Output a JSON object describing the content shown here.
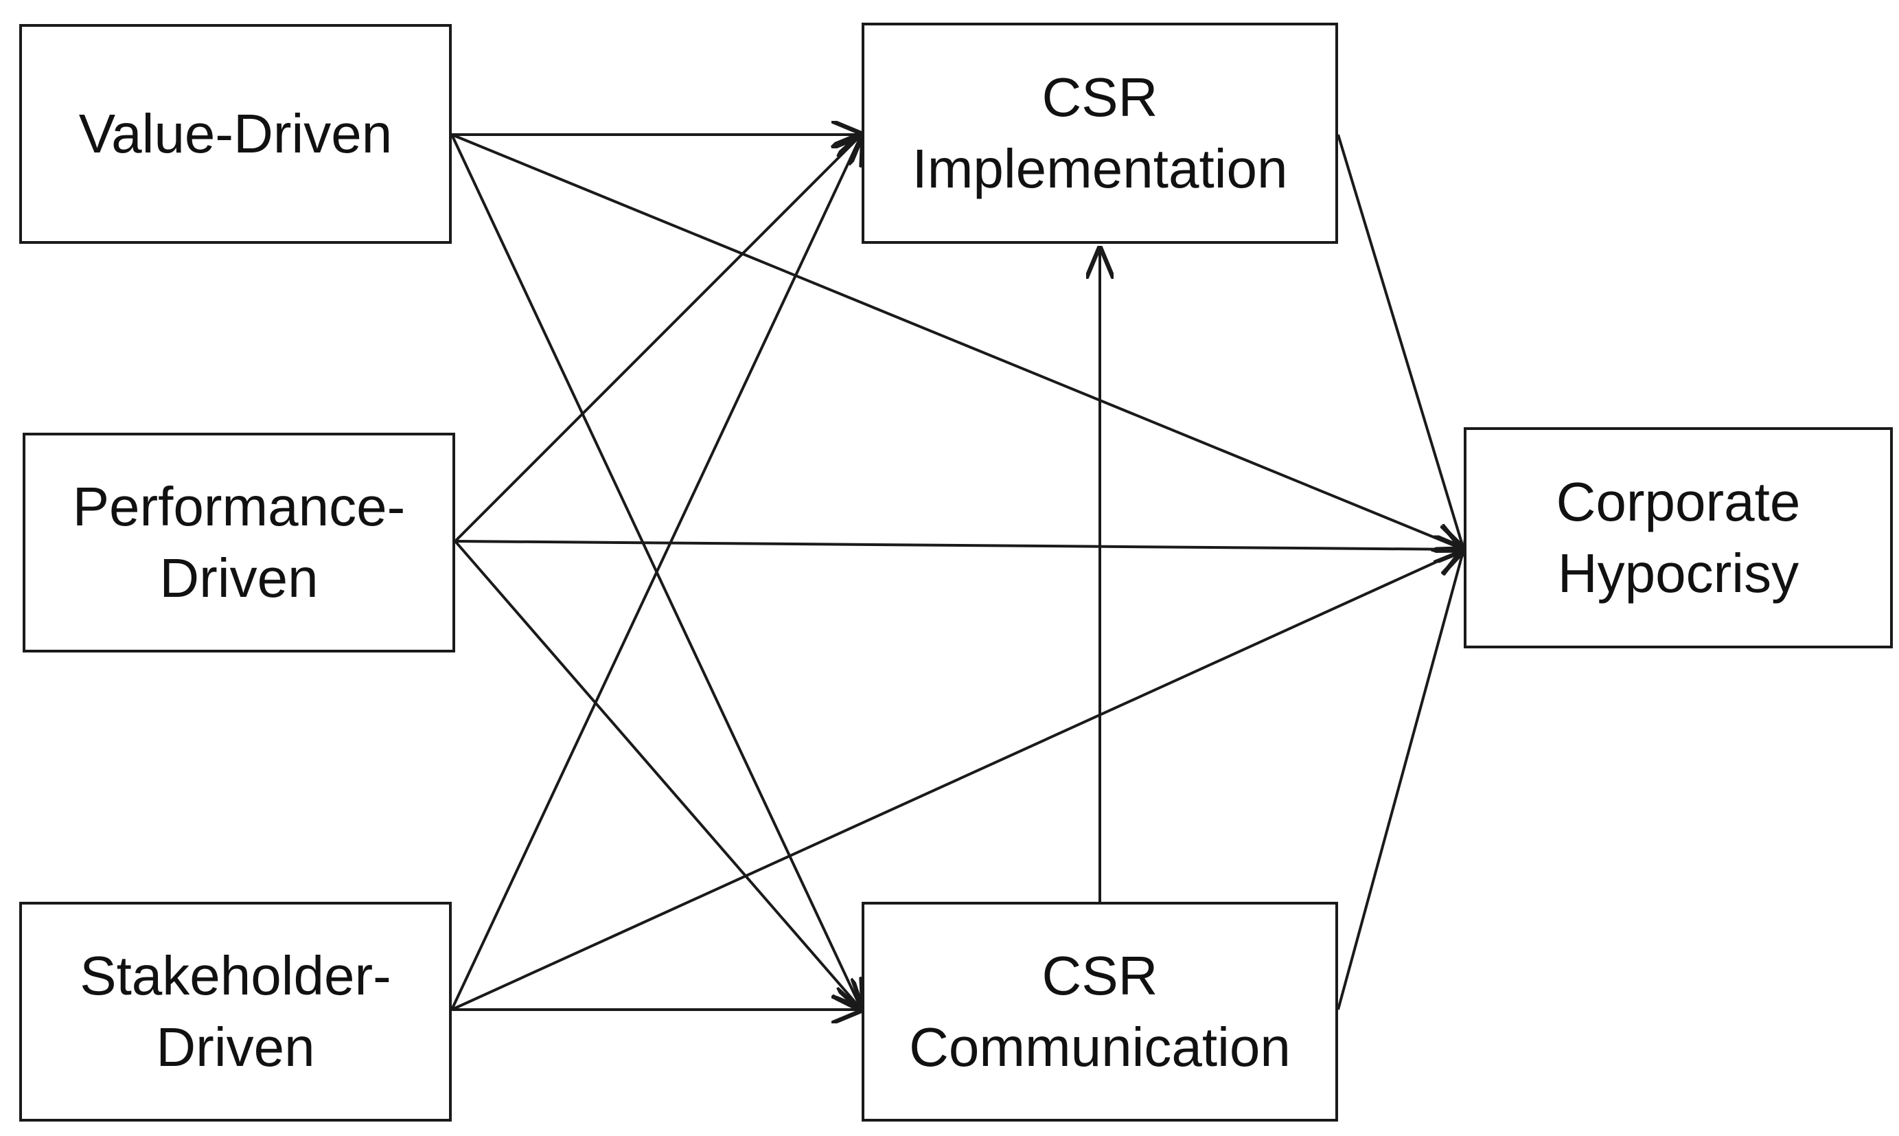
{
  "nodes": {
    "value_driven": {
      "label": "Value-Driven"
    },
    "performance_driven": {
      "label": "Performance-\nDriven"
    },
    "stakeholder_driven": {
      "label": "Stakeholder-\nDriven"
    },
    "csr_implementation": {
      "label": "CSR\nImplementation"
    },
    "csr_communication": {
      "label": "CSR\nCommunication"
    },
    "corporate_hypocrisy": {
      "label": "Corporate\nHypocrisy"
    }
  },
  "edges": [
    {
      "from": "value_driven",
      "to": "csr_implementation"
    },
    {
      "from": "value_driven",
      "to": "csr_communication"
    },
    {
      "from": "value_driven",
      "to": "corporate_hypocrisy"
    },
    {
      "from": "performance_driven",
      "to": "csr_implementation"
    },
    {
      "from": "performance_driven",
      "to": "csr_communication"
    },
    {
      "from": "performance_driven",
      "to": "corporate_hypocrisy"
    },
    {
      "from": "stakeholder_driven",
      "to": "csr_implementation"
    },
    {
      "from": "stakeholder_driven",
      "to": "csr_communication"
    },
    {
      "from": "stakeholder_driven",
      "to": "corporate_hypocrisy"
    },
    {
      "from": "csr_communication",
      "to": "csr_implementation"
    },
    {
      "from": "csr_implementation",
      "to": "corporate_hypocrisy"
    },
    {
      "from": "csr_communication",
      "to": "corporate_hypocrisy"
    }
  ],
  "colors": {
    "line": "#1a1a1a",
    "box_border": "#1a1a1a",
    "text": "#111111",
    "background": "#ffffff"
  }
}
